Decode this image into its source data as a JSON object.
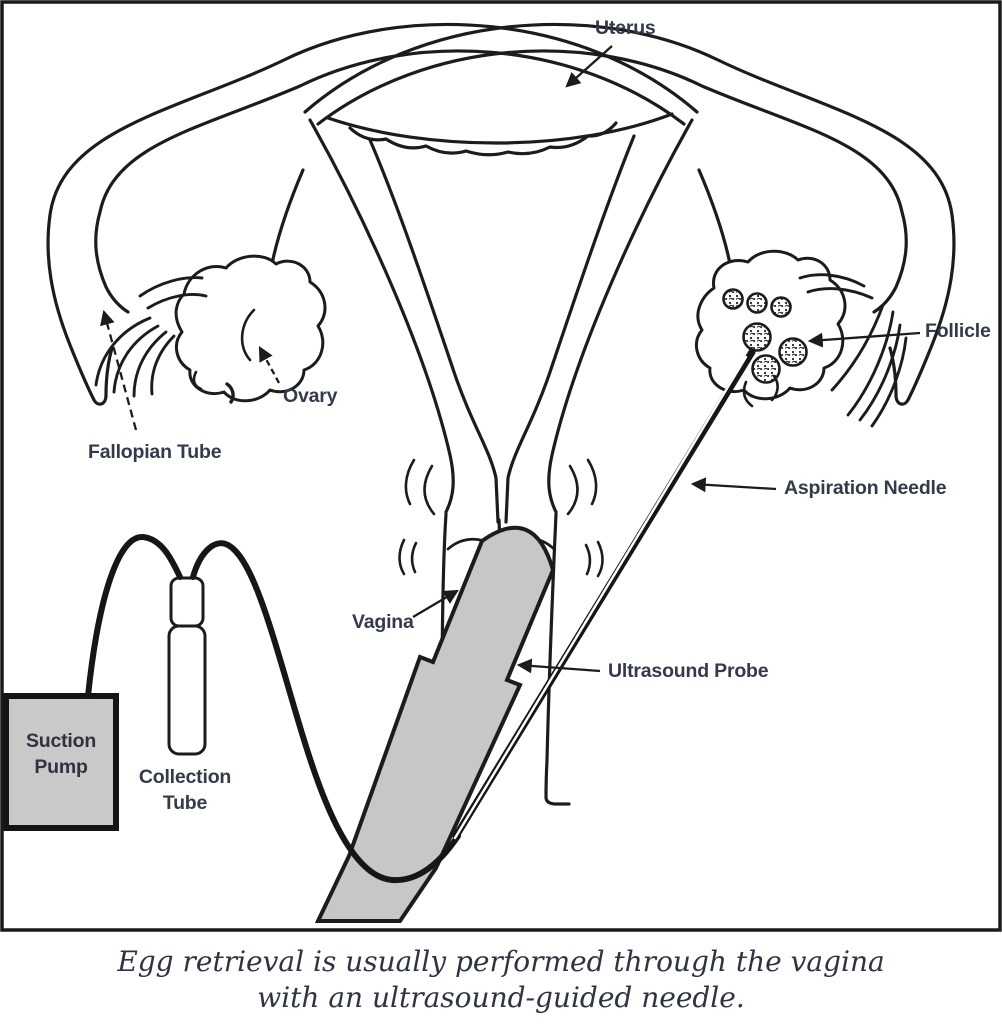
{
  "figure": {
    "labels": {
      "uterus": "Uterus",
      "fallopian_tube": "Fallopian Tube",
      "ovary": "Ovary",
      "follicle": "Follicle",
      "aspiration_needle": "Aspiration Needle",
      "vagina": "Vagina",
      "ultrasound_probe": "Ultrasound Probe",
      "suction_pump": "Suction Pump",
      "collection_tube": "Collection Tube"
    },
    "caption": {
      "line1": "Egg retrieval is usually performed through the vagina",
      "line2": "with an ultrasound-guided needle."
    },
    "colors": {
      "line": "#1c1c1c",
      "probe_fill": "#c7c7c7",
      "pump_fill": "#c9c9c9",
      "label_text": "#333a49",
      "caption_text": "#2e3442",
      "background": "#ffffff"
    }
  }
}
